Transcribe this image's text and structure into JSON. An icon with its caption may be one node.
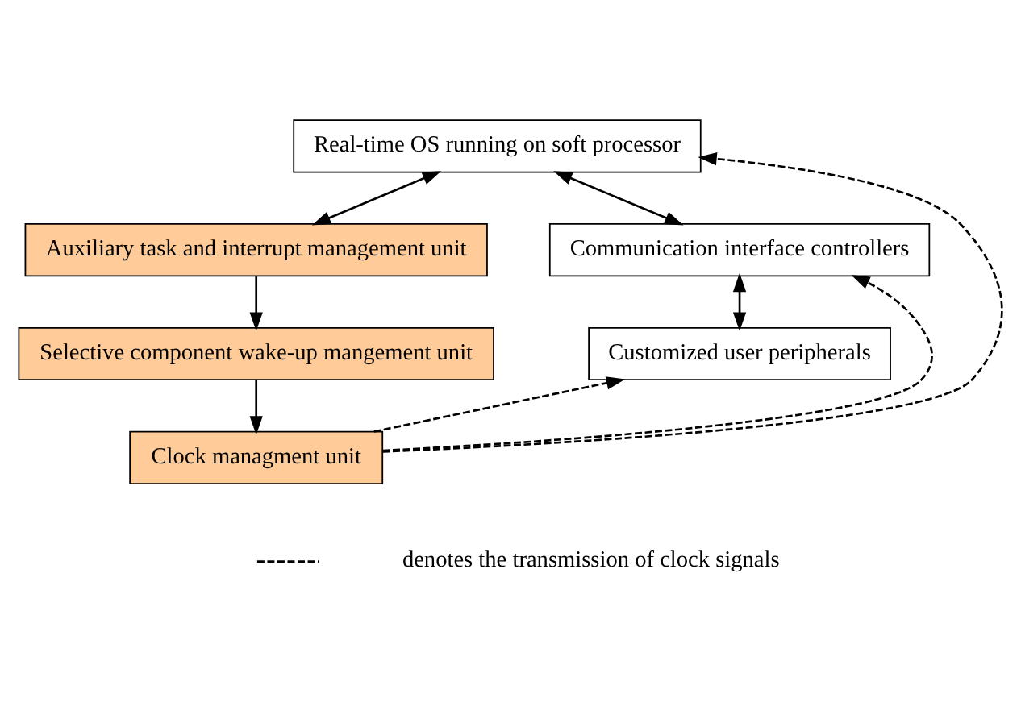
{
  "diagram": {
    "nodes": [
      {
        "text": [
          "Real-time OS running on soft processor"
        ]
      },
      {
        "text": [
          "Auxiliary task and interrupt management unit"
        ]
      },
      {
        "text": [
          "Communication interface controllers"
        ]
      },
      {
        "text": [
          "Selective component wake-up mangement unit"
        ]
      },
      {
        "text": [
          "Customized user peripherals"
        ]
      },
      {
        "text": [
          "Clock managment unit"
        ]
      }
    ],
    "edges": [
      {
        "from": 0,
        "to": 1,
        "arrow": "both"
      },
      {
        "from": 0,
        "to": 2,
        "arrow": "both"
      },
      {
        "from": 1,
        "to": 3,
        "arrow": "to"
      },
      {
        "from": 2,
        "to": 4,
        "arrow": "both"
      },
      {
        "from": 3,
        "to": 5,
        "arrow": "to"
      },
      {
        "from": 5,
        "to": 0,
        "arrow": "to",
        "style": "dashed"
      },
      {
        "from": 5,
        "to": 2,
        "arrow": "to",
        "style": "dashed"
      },
      {
        "from": 5,
        "to": 4,
        "arrow": "to",
        "style": "dashed"
      }
    ],
    "legend": [
      {
        "text": "denotes the transmission of clock signals"
      }
    ]
  }
}
